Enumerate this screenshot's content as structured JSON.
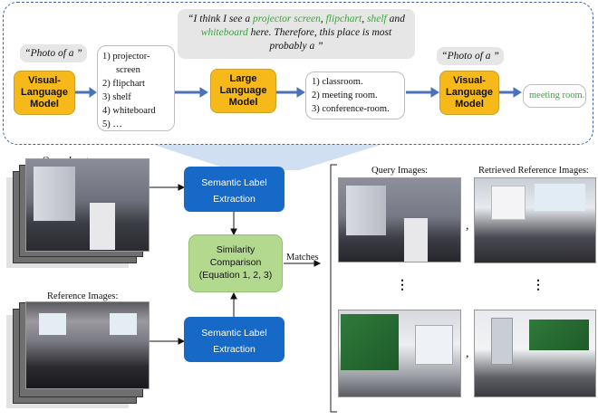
{
  "pipeline": {
    "prompt_left": "“Photo of a ”",
    "prompt_right": "“Photo of a ”",
    "vlm_label": "Visual-Language Model",
    "llm_label": "Large Language Model",
    "objects_list": [
      "1)  projector-",
      "screen",
      "2)  flipchart",
      "3)  shelf",
      "4)  whiteboard",
      "5)  …"
    ],
    "llm_prompt": {
      "prefix": "“I think I see a ",
      "item1": "projector screen",
      "sep1": ", ",
      "item2": "flipchart",
      "sep2": ", ",
      "item3": "shelf",
      "and": " and ",
      "item4": "whiteboard",
      "suffix": " here. Therefore, this place is most probably a ”"
    },
    "places_list": [
      "1)  classroom.",
      "2)  meeting room.",
      "3)  conference-room."
    ],
    "result": "meeting room."
  },
  "lower": {
    "query_images_label": "Query Images:",
    "reference_images_label": "Reference Images:",
    "semantic_extraction_top": "Semantic Label Extraction",
    "semantic_extraction_bottom": "Semantic Label Extraction",
    "similarity_line1": "Similarity",
    "similarity_line2": "Comparison",
    "similarity_line3": "(Equation 1, 2, 3)",
    "matches_label": "Matches",
    "results_query_label": "Query Images:",
    "results_ref_label": "Retrieved Reference Images:",
    "comma": ",",
    "vdots": "⋮"
  },
  "colors": {
    "panel_border": "#3f64ad",
    "arrow_blue": "#4a72b8",
    "yellow_box": "#f7b91a",
    "blue_box": "#1769c7",
    "green_box": "#b3d98f",
    "highlight_green": "#3aa63a"
  }
}
